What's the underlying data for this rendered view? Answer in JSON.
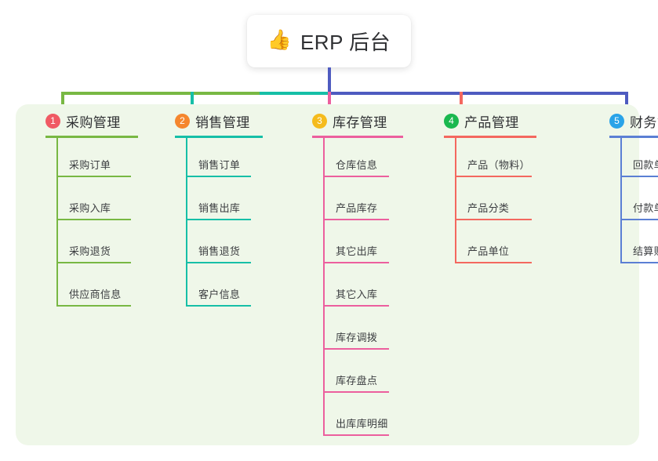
{
  "root": {
    "emoji": "👍",
    "emoji_name": "thumbs-up-icon",
    "title": "ERP 后台"
  },
  "palette": {
    "panel_background": "#eff7e9",
    "page_background": "#ffffff",
    "trunk": "#4e5bc0",
    "text": "#2f3033"
  },
  "columns": [
    {
      "index": "1",
      "title": "采购管理",
      "color": "#78b843",
      "badge_color": "#f05a64",
      "items": [
        "采购订单",
        "采购入库",
        "采购退货",
        "供应商信息"
      ]
    },
    {
      "index": "2",
      "title": "销售管理",
      "color": "#16bfa7",
      "badge_color": "#f5862e",
      "items": [
        "销售订单",
        "销售出库",
        "销售退货",
        "客户信息"
      ]
    },
    {
      "index": "3",
      "title": "库存管理",
      "color": "#ec5f9e",
      "badge_color": "#f5bb1d",
      "items": [
        "仓库信息",
        "产品库存",
        "其它出库",
        "其它入库",
        "库存调拨",
        "库存盘点",
        "出库库明细"
      ]
    },
    {
      "index": "4",
      "title": "产品管理",
      "color": "#f4685f",
      "badge_color": "#1ab84f",
      "items": [
        "产品（物料）",
        "产品分类",
        "产品单位"
      ]
    },
    {
      "index": "5",
      "title": "财务管理",
      "color": "#5b7fd4",
      "badge_color": "#29a3e8",
      "items": [
        "回款单",
        "付款单",
        "结算账户"
      ]
    }
  ]
}
